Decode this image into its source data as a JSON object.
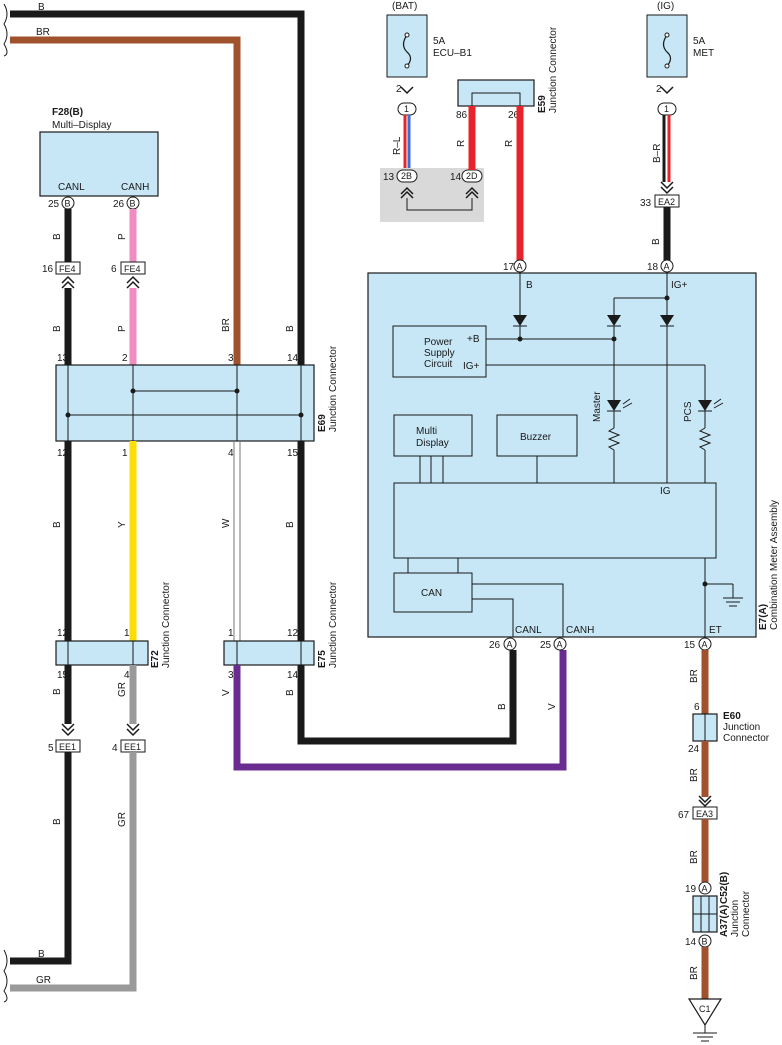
{
  "wire_codes": {
    "b": "B",
    "br": "BR",
    "p": "P",
    "y": "Y",
    "w": "W",
    "gr": "GR",
    "v": "V",
    "r": "R",
    "rl": "R–L",
    "br2": "B–R"
  },
  "components": {
    "f28": {
      "id": "F28(B)",
      "name": "Multi–Display",
      "canl": "CANL",
      "canh": "CANH",
      "pin_canl": "25",
      "pin_canh": "26",
      "conn": "B"
    },
    "e69": {
      "id": "E69",
      "name": "Junction Connector",
      "p13": "13",
      "p2": "2",
      "p3": "3",
      "p14": "14",
      "p12": "12",
      "p1": "1",
      "p4": "4",
      "p15": "15"
    },
    "e72": {
      "id": "E72",
      "name": "Junction Connector",
      "p12": "12",
      "p1": "1",
      "p15": "15",
      "p4": "4"
    },
    "e75": {
      "id": "E75",
      "name": "Junction Connector",
      "p1": "1",
      "p12": "12",
      "p3": "3",
      "p14": "14"
    },
    "e59": {
      "id": "E59",
      "name": "Junction Connector",
      "p86": "86",
      "p26": "26"
    },
    "e7": {
      "id": "E7(A)",
      "name": "Combination Meter Assembly",
      "pin17": "17",
      "pin18": "18",
      "pin26": "26",
      "pin25": "25",
      "pin15": "15",
      "conn": "A",
      "lbl_b": "B",
      "lbl_ig": "IG+",
      "lbl_canl": "CANL",
      "lbl_canh": "CANH",
      "lbl_et": "ET",
      "psc_1": "Power",
      "psc_2": "Supply",
      "psc_3": "Circuit",
      "psc_b": "+B",
      "psc_ig": "IG+",
      "md_1": "Multi",
      "md_2": "Display",
      "buzzer": "Buzzer",
      "can": "CAN",
      "master": "Master",
      "pcs": "PCS",
      "ig_label": "IG"
    },
    "e60": {
      "id": "E60",
      "name_1": "Junction",
      "name_2": "Connector",
      "p6": "6",
      "p24": "24"
    },
    "c52": {
      "id1": "A37(A)",
      "id2": "C52(B)",
      "name_1": "Junction",
      "name_2": "Connector",
      "p19": "19",
      "p14": "14",
      "ca": "A",
      "cb": "B"
    }
  },
  "fuses": {
    "bat": {
      "source": "(BAT)",
      "amp": "5A",
      "name": "ECU–B1",
      "pin": "2",
      "conn": "1"
    },
    "ig": {
      "source": "(IG)",
      "amp": "5A",
      "name": "MET",
      "pin": "2",
      "conn": "1"
    }
  },
  "connectors": {
    "fe4a": {
      "label": "FE4",
      "pin": "16"
    },
    "fe4b": {
      "label": "FE4",
      "pin": "6"
    },
    "ee1a": {
      "label": "EE1",
      "pin": "5"
    },
    "ee1b": {
      "label": "EE1",
      "pin": "4"
    },
    "ea2": {
      "label": "EA2",
      "pin": "33"
    },
    "ea3": {
      "label": "EA3",
      "pin": "67"
    },
    "c2b": {
      "label": "2B",
      "pin": "13"
    },
    "c2d": {
      "label": "2D",
      "pin": "14"
    },
    "ground": {
      "label": "C1"
    }
  },
  "colors": {
    "black": "#1a1a1a",
    "brown": "#a0522d",
    "pink": "#f08cc0",
    "yellow": "#ffdd00",
    "gray": "#9a9a9a",
    "violet": "#6a2c91",
    "red": "#e8232a",
    "box_fill": "#c7e6f6",
    "shade": "#d9d9d9"
  }
}
